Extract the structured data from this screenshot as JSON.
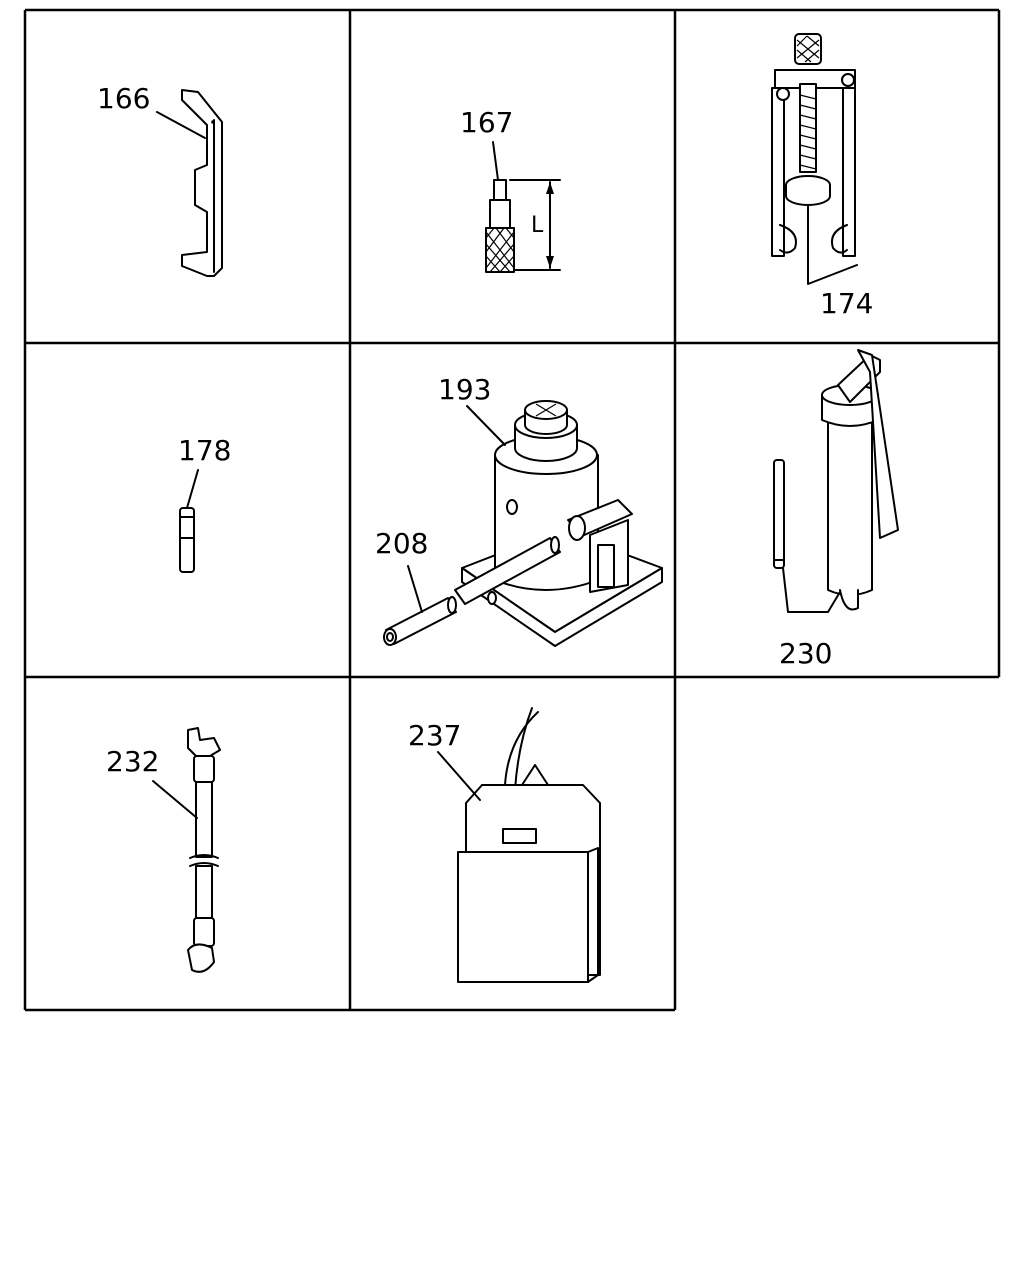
{
  "parts": [
    {
      "ref": "166",
      "icon": "hook-wrench-icon"
    },
    {
      "ref": "167",
      "icon": "knurled-pin-tool-icon",
      "dimension_label": "L"
    },
    {
      "ref": "174",
      "icon": "puller-tool-icon"
    },
    {
      "ref": "178",
      "icon": "pin-icon"
    },
    {
      "ref": "193",
      "icon": "bottle-jack-icon"
    },
    {
      "ref": "208",
      "icon": "jack-handle-icon"
    },
    {
      "ref": "230",
      "icon": "grease-gun-icon"
    },
    {
      "ref": "232",
      "icon": "hose-icon"
    },
    {
      "ref": "237",
      "icon": "tool-bag-icon"
    }
  ]
}
